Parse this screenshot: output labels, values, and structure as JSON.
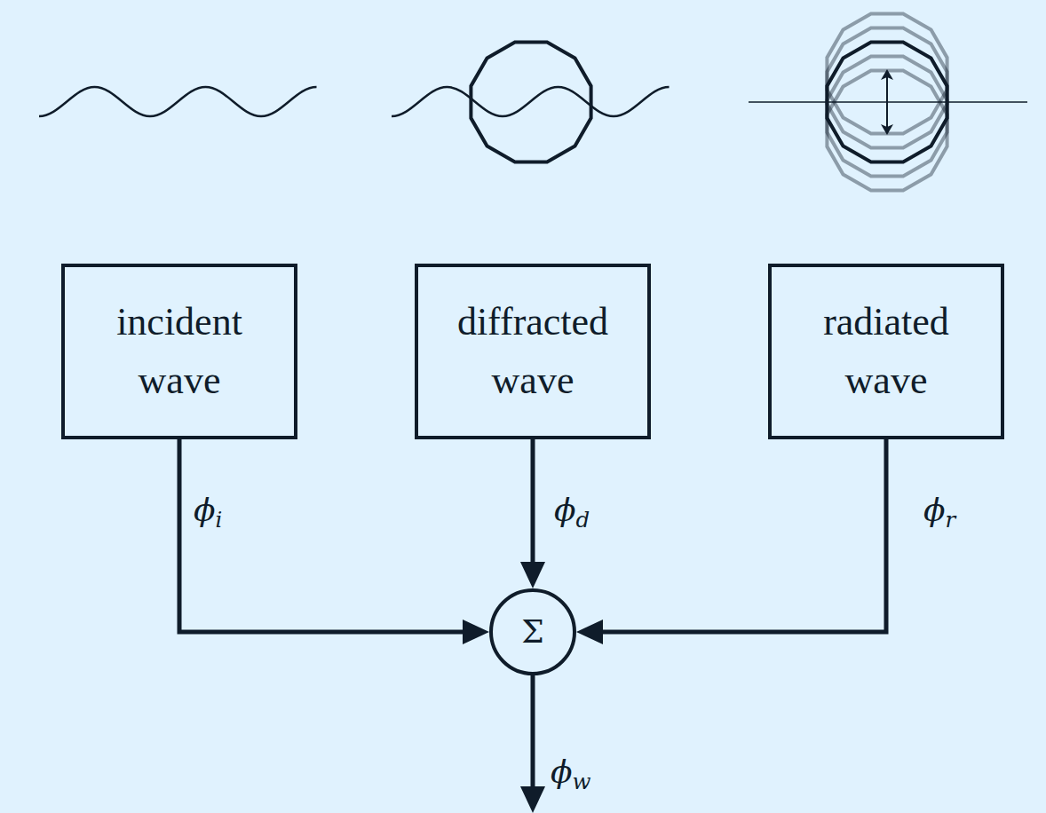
{
  "diagram": {
    "nodes": [
      {
        "text": [
          "incident wave"
        ]
      },
      {
        "text": [
          "diffracted wave"
        ]
      },
      {
        "text": [
          "radiated wave"
        ]
      },
      {
        "text": [
          "Σ"
        ]
      }
    ],
    "edges": [
      {
        "from": 0,
        "to": 3,
        "arrow": "to",
        "label": "ϕi"
      },
      {
        "from": 1,
        "to": 3,
        "arrow": "to",
        "label": "ϕd"
      },
      {
        "from": 2,
        "to": 3,
        "arrow": "to",
        "label": "ϕr"
      }
    ],
    "labels": [
      "ϕw"
    ]
  }
}
